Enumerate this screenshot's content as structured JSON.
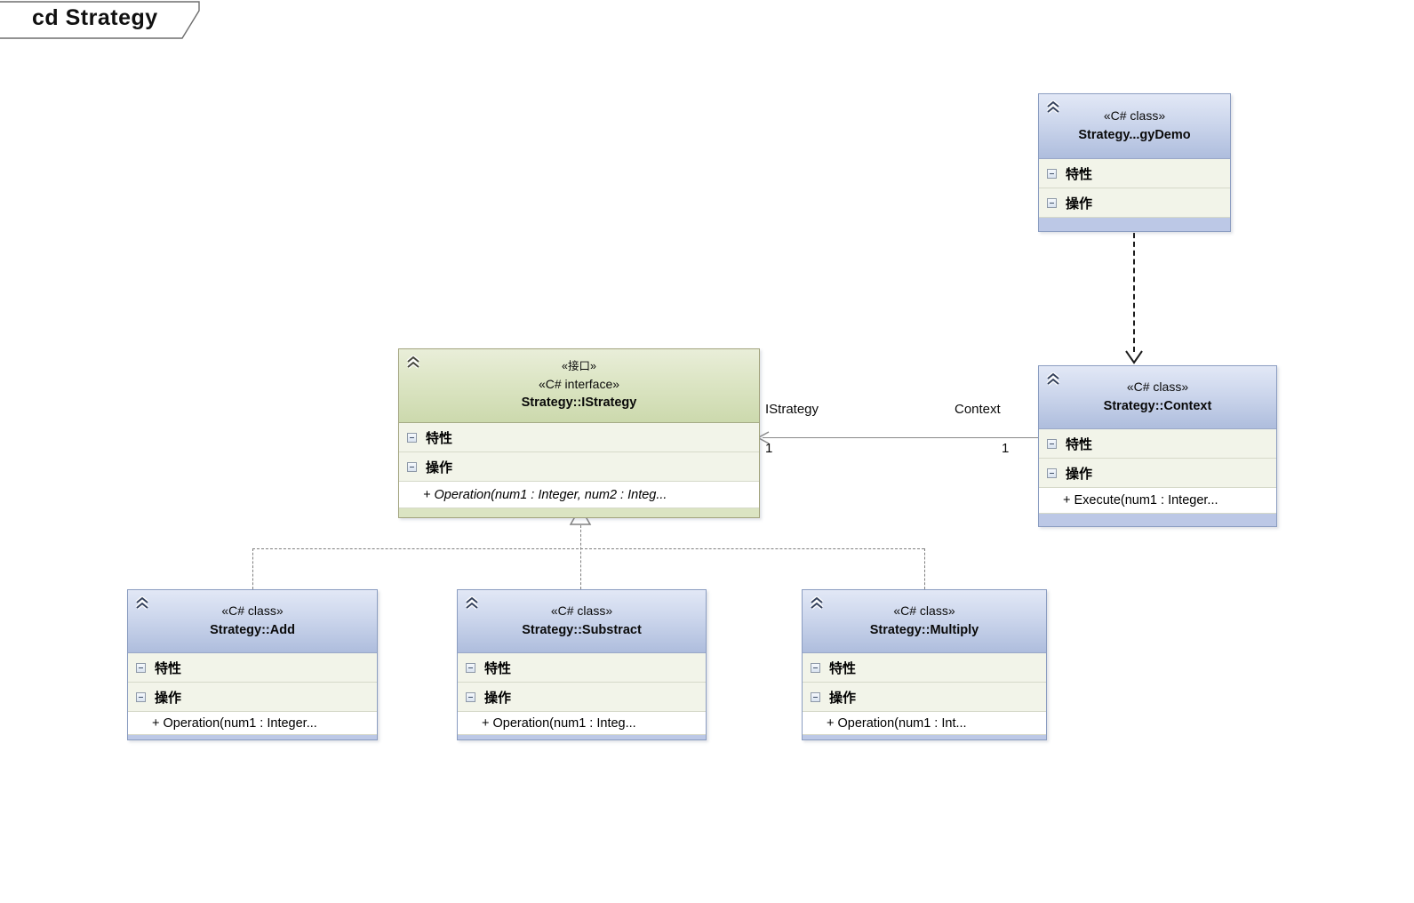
{
  "frame": {
    "title": "cd Strategy"
  },
  "labels": {
    "properties": "特性",
    "operations": "操作"
  },
  "classes": {
    "demo": {
      "stereotype": "«C# class»",
      "name": "Strategy...gyDemo"
    },
    "context": {
      "stereotype": "«C# class»",
      "name": "Strategy::Context",
      "operation": "+ Execute(num1 : Integer..."
    },
    "istrategy": {
      "stereotype_cn": "«接口»",
      "stereotype": "«C# interface»",
      "name": "Strategy::IStrategy",
      "operation": "+ Operation(num1 : Integer, num2 : Integ..."
    },
    "add": {
      "stereotype": "«C# class»",
      "name": "Strategy::Add",
      "operation": "+ Operation(num1 : Integer..."
    },
    "substract": {
      "stereotype": "«C# class»",
      "name": "Strategy::Substract",
      "operation": "+ Operation(num1 : Integ..."
    },
    "multiply": {
      "stereotype": "«C# class»",
      "name": "Strategy::Multiply",
      "operation": "+ Operation(num1 : Int..."
    }
  },
  "connectors": {
    "association": {
      "source_role": "IStrategy",
      "target_role": "Context",
      "source_multiplicity": "1",
      "target_multiplicity": "1"
    }
  },
  "colors": {
    "class_header": "#aebddd",
    "interface_header": "#ccd9ad",
    "section_background": "#f2f4e9",
    "class_border": "#8b9dc1",
    "interface_border": "#a3a47e"
  }
}
